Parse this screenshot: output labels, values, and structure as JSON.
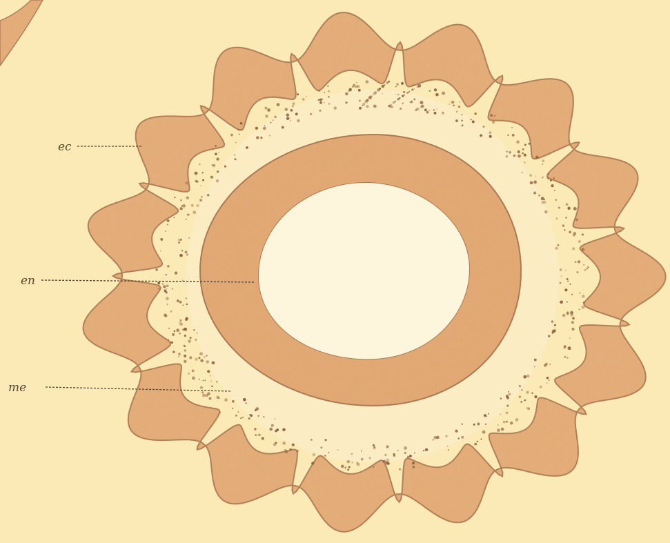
{
  "figure": {
    "labels": [
      {
        "id": "ec",
        "text": "ec"
      },
      {
        "id": "en",
        "text": "en"
      },
      {
        "id": "me",
        "text": "me"
      }
    ]
  },
  "colors": {
    "paper": "#fbe9b6",
    "tissue_fill": "#e8b07a",
    "tissue_edge": "#b07a50",
    "mesoderm_space": "#fcecc4",
    "mesoderm_dots": "#8a5a3a",
    "lumen": "#fef6dc",
    "label_ink": "#5a4632"
  }
}
